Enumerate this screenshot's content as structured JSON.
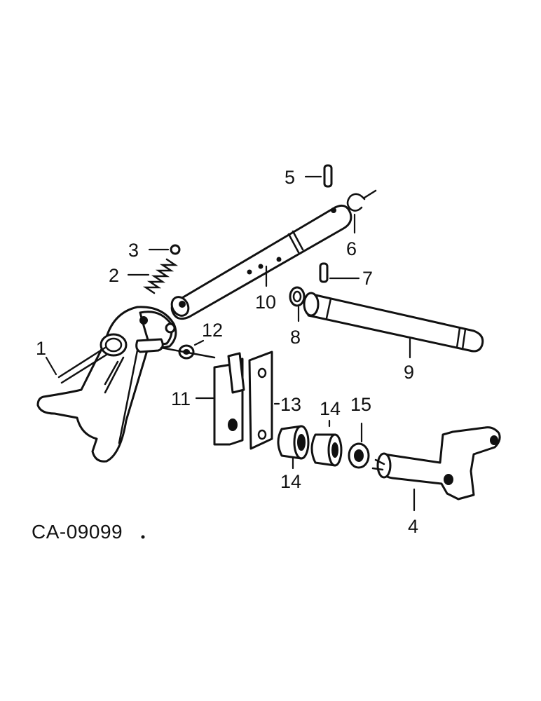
{
  "drawing_code": "CA-09099",
  "callouts": {
    "c1": "1",
    "c2": "2",
    "c3": "3",
    "c4": "4",
    "c5": "5",
    "c6": "6",
    "c7": "7",
    "c8": "8",
    "c9": "9",
    "c10": "10",
    "c11": "11",
    "c12": "12",
    "c13": "13",
    "c14a": "14",
    "c14b": "14",
    "c15": "15"
  }
}
